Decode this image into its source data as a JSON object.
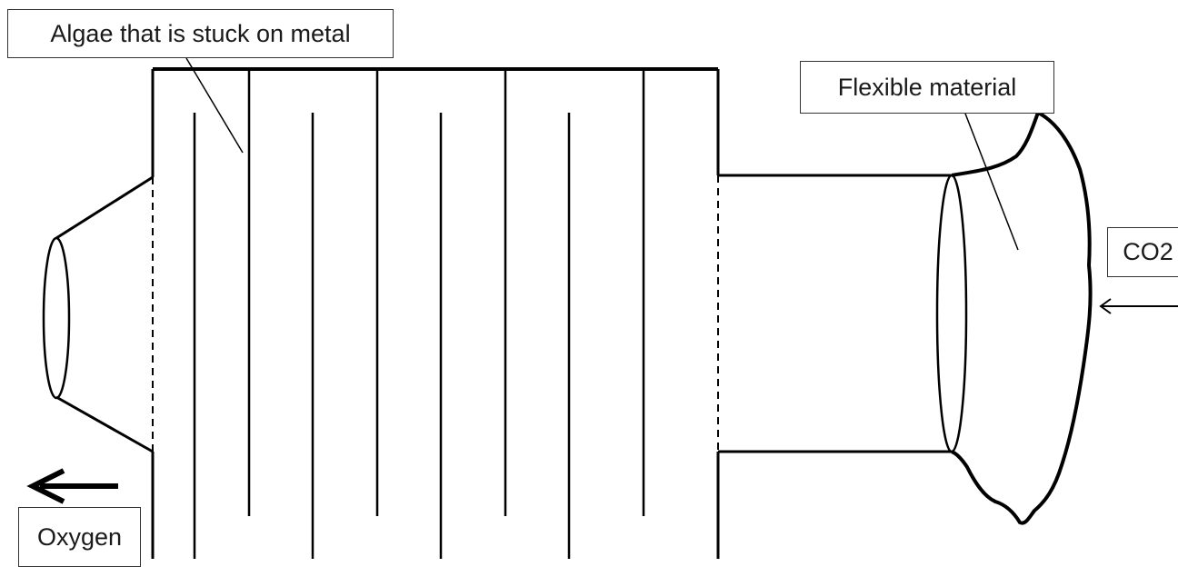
{
  "labels": {
    "algae": "Algae that is stuck on metal",
    "flexible": "Flexible material",
    "co2": "CO2",
    "oxygen": "Oxygen"
  },
  "icons": {
    "oxygen_arrow": "left-arrow-icon",
    "co2_arrow": "left-arrow-icon"
  },
  "colors": {
    "stroke": "#000000",
    "label_border": "#333333",
    "background": "#ffffff"
  }
}
